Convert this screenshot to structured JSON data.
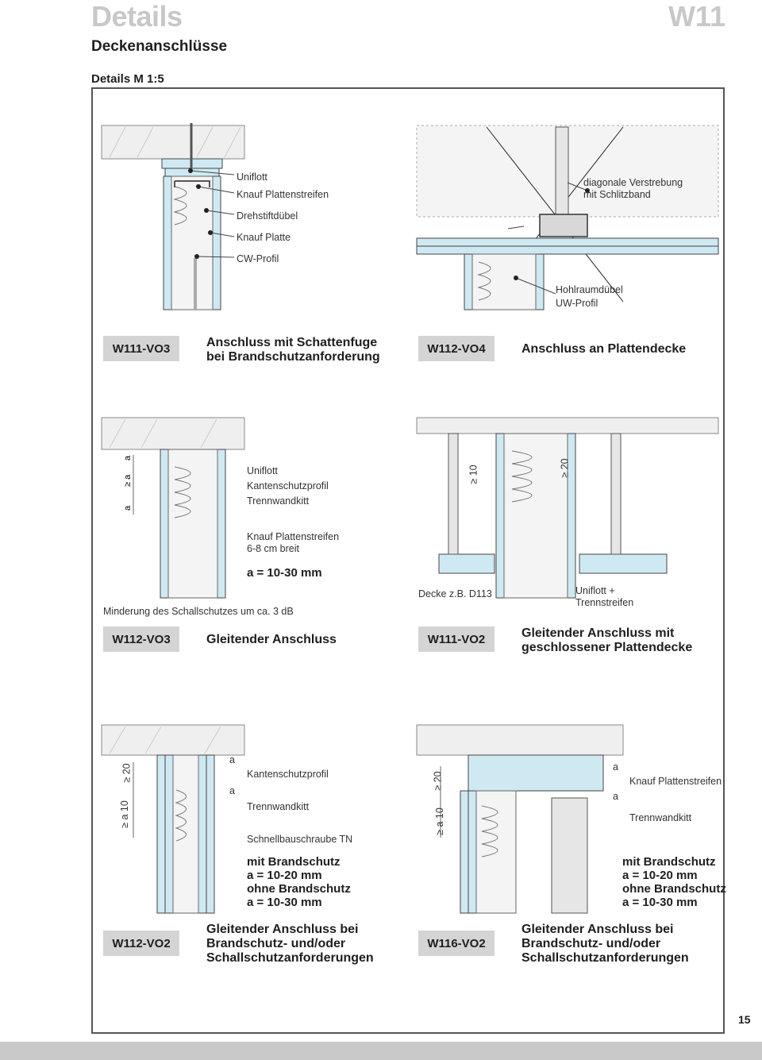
{
  "header": {
    "title": "Details",
    "code": "W11",
    "subtitle": "Deckenanschlüsse",
    "scale": "Details M 1:5"
  },
  "details": [
    {
      "code": "W111-VO3",
      "caption": [
        "Anschluss mit Schattenfuge",
        "bei Brandschutzanforderung"
      ],
      "labels": [
        "Uniflott",
        "Knauf Plattenstreifen",
        "Drehstiftdübel",
        "Knauf Platte",
        "CW-Profil"
      ]
    },
    {
      "code": "W112-VO4",
      "caption": [
        "Anschluss an Plattendecke"
      ],
      "labels": [
        "diagonale Verstrebung",
        "mit Schlitzband",
        "Hohlraumdübel",
        "UW-Profil"
      ]
    },
    {
      "code": "W112-VO3",
      "caption": [
        "Gleitender Anschluss"
      ],
      "labels": [
        "Uniflott",
        "Kantenschutzprofil",
        "Trennwandkitt",
        "Knauf Plattenstreifen",
        "6-8 cm breit"
      ],
      "dim_note": "a = 10-30 mm",
      "note": "Minderung des Schallschutzes um ca. 3 dB",
      "dims": [
        "a",
        "≥ a",
        "a"
      ]
    },
    {
      "code": "W111-VO2",
      "caption": [
        "Gleitender Anschluss mit",
        "geschlossener Plattendecke"
      ],
      "labels": [
        "Decke z.B. D113",
        "Uniflott +",
        "Trennstreifen"
      ],
      "dims": [
        "≥ 10",
        "≥ 20"
      ]
    },
    {
      "code": "W112-VO2",
      "caption": [
        "Gleitender Anschluss bei",
        "Brandschutz- und/oder",
        "Schallschutzanforderungen"
      ],
      "labels": [
        "Kantenschutzprofil",
        "Trennwandkitt",
        "Schnellbauschraube TN"
      ],
      "fire": [
        "mit Brandschutz",
        "a = 10-20 mm",
        "ohne Brandschutz",
        "a = 10-30 mm"
      ],
      "dims": [
        "≥ 20",
        "≥ a 10",
        "a",
        "a"
      ]
    },
    {
      "code": "W116-VO2",
      "caption": [
        "Gleitender Anschluss bei",
        "Brandschutz- und/oder",
        "Schallschutzanforderungen"
      ],
      "labels": [
        "Knauf Plattenstreifen",
        "Trennwandkitt"
      ],
      "fire": [
        "mit Brandschutz",
        "a = 10-20 mm",
        "ohne Brandschutz",
        "a = 10-30 mm"
      ],
      "dims": [
        "≥ 20",
        "≥ a 10",
        "a",
        "a"
      ]
    }
  ],
  "footer": {
    "page": "15"
  },
  "colors": {
    "board": "#cfe9f2",
    "insulation": "#f4f4f4",
    "ceiling": "#efefef",
    "label_box": "#d4d4d4"
  }
}
